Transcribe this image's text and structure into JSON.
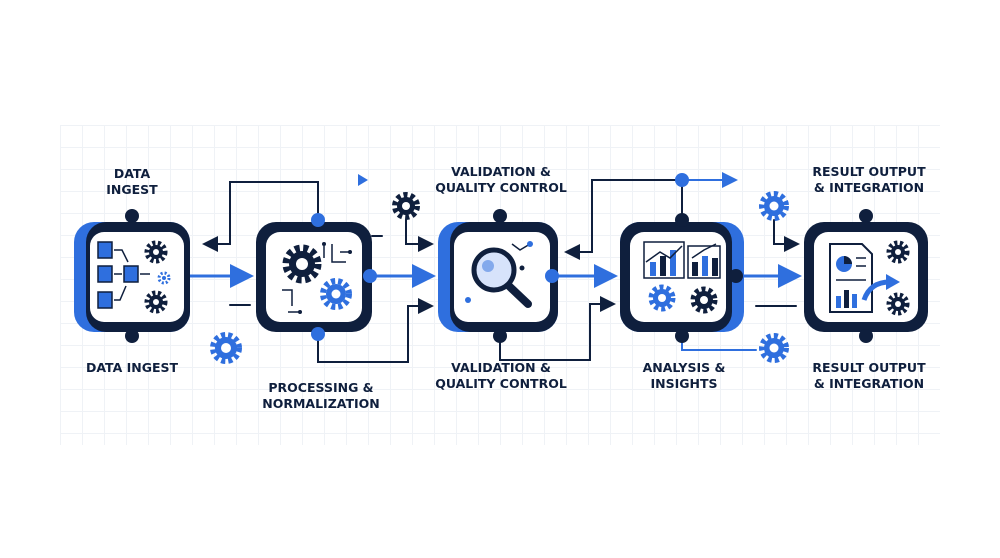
{
  "colors": {
    "navy": "#0f1f3d",
    "blue": "#2f6fde",
    "light": "#f3f6fb"
  },
  "stages": [
    {
      "id": "ingest",
      "top_label": "DATA\nINGEST",
      "bottom_label": "DATA INGEST",
      "icon": "files-gears-icon"
    },
    {
      "id": "processing",
      "top_label": "",
      "bottom_label": "PROCESSING &\nNORMALIZATION",
      "icon": "gear-circuit-icon"
    },
    {
      "id": "validation",
      "top_label": "VALIDATION &\nQUALITY CONTROL",
      "bottom_label": "VALIDATION &\nQUALITY CONTROL",
      "icon": "magnifier-icon"
    },
    {
      "id": "analysis",
      "top_label": "",
      "bottom_label": "ANALYSIS &\nINSIGHTS",
      "icon": "charts-gears-icon"
    },
    {
      "id": "output",
      "top_label": "RESULT OUTPUT\n& INTEGRATION",
      "bottom_label": "RESULT OUTPUT\n& INTEGRATION",
      "icon": "report-export-icon"
    }
  ]
}
